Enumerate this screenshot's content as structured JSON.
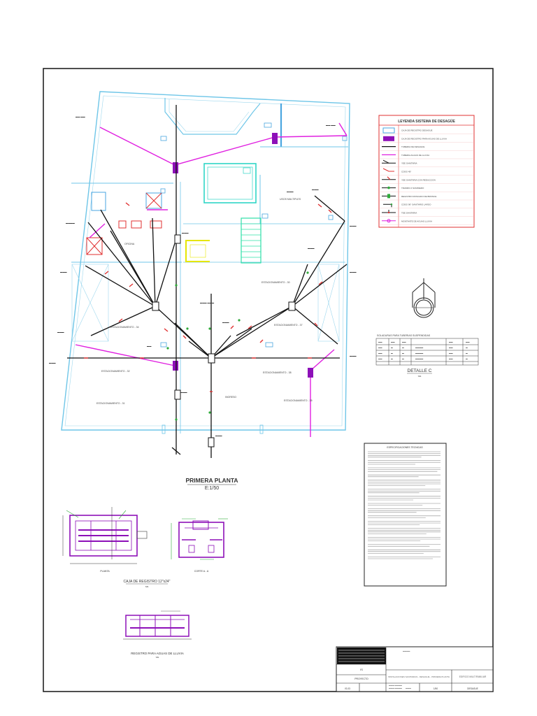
{
  "rooms": {
    "usos_multiples": "USOS MULTIPLES",
    "oficina": "OFICINA",
    "ingreso": "INGRESO",
    "est_30": "ESTACIONAMIENTO - 30",
    "est_34": "ESTACIONAMIENTO - 34",
    "est_37": "ESTACIONAMIENTO - 37",
    "est_32": "ESTACIONAMIENTO - 32",
    "est_38": "ESTACIONAMIENTO - 38",
    "est_31": "ESTACIONAMIENTO - 31",
    "est_35": "ESTACIONAMIENTO - 35"
  },
  "plan": {
    "title": "PRIMERA PLANTA",
    "scale": "E:1/50"
  },
  "legend": {
    "title": "LEYENDA SISTEMA DE DESAGÜE",
    "items": [
      {
        "label": "CAJA DE REGISTRO DESAGUE",
        "symbol": "box-cyan"
      },
      {
        "label": "CAJA DE REGISTRO PARA AGUAS DE LLUVIA",
        "symbol": "box-magenta"
      },
      {
        "label": "TUBERIA DE DESAGUE",
        "symbol": "line-black"
      },
      {
        "label": "TUBERIA AGUAS DE LLUVIA",
        "symbol": "line-magenta"
      },
      {
        "label": "YEE SANITARIA",
        "symbol": "yee"
      },
      {
        "label": "CODO 45°",
        "symbol": "elbow"
      },
      {
        "label": "YEE SANITARIA CON REDUCCION",
        "symbol": "yee-red"
      },
      {
        "label": "TRAMPA O SUMIDERO",
        "symbol": "trap"
      },
      {
        "label": "REGISTRO ROSCADO DE BRONCE",
        "symbol": "reg-green"
      },
      {
        "label": "CODO 90° SANITARIO LARGO",
        "symbol": "elbow90"
      },
      {
        "label": "TEE SANITARIA",
        "symbol": "tee"
      },
      {
        "label": "MONTANTE DE AGUAS LLUVIA",
        "symbol": "montante"
      }
    ]
  },
  "detail_c": {
    "table_title": "SOLADURAS PARA TUBERIAS SUSPENDIDAS",
    "title": "DETALLE C",
    "subtitle": "S/E"
  },
  "notes": {
    "title": "ESPECIFICACIONES TECNICAS"
  },
  "caja_registro": {
    "title": "CAJA DE REGISTRO 12\"x24\"",
    "subtitle": "S/E",
    "plan_label": "PLANTA",
    "section_label": "CORTE A - A"
  },
  "registro_lluvia": {
    "title": "REGISTRO PARA AGUAS DE LLUVIA",
    "subtitle": "S/E"
  },
  "title_block": {
    "sheet_code": "IS",
    "proyecto_label": "PROYECTO",
    "description": "INSTALACIONES SANITARIAS - DESAGUE - PRIMERA PLANTA",
    "owner": "EDIFICIO MULTIFAMILIAR",
    "sheet_no": "IS-03",
    "scale": "1/50",
    "sheet_ref": "DESAGUE"
  }
}
